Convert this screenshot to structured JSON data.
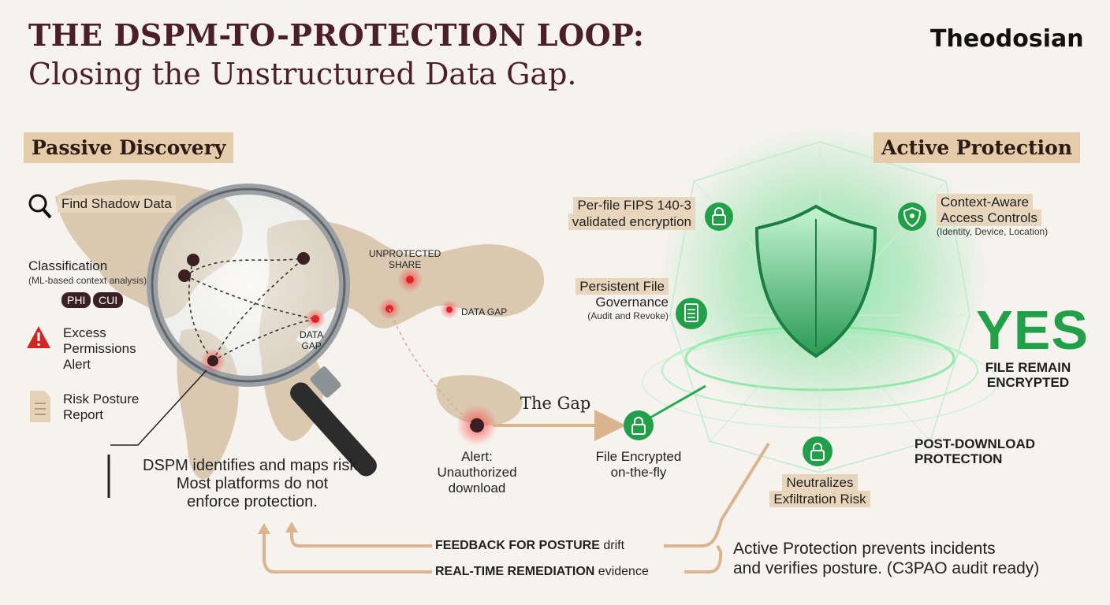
{
  "header": {
    "title_line1": "THE DSPM-TO-PROTECTION LOOP:",
    "title_line2": "Closing the Unstructured Data Gap.",
    "brand": "Theodosian"
  },
  "left": {
    "section_title": "Passive Discovery",
    "find_shadow": "Find Shadow Data",
    "classification": "Classification",
    "classification_note": "(ML-based context analysis)",
    "tag_phi": "PHI",
    "tag_cui": "CUI",
    "excess_line1": "Excess",
    "excess_line2": "Permissions",
    "excess_line3": "Alert",
    "risk_line1": "Risk Posture",
    "risk_line2": "Report",
    "summary_line1": "DSPM identifies and maps risk.",
    "summary_line2": "Most platforms do not",
    "summary_line3": "enforce protection."
  },
  "map": {
    "unprotected_line1": "UNPROTECTED",
    "unprotected_line2": "SHARE",
    "data_gap_right": "DATA GAP",
    "data_gap_line1": "DATA",
    "data_gap_line2": "GAP",
    "alert_line1": "Alert:",
    "alert_line2": "Unauthorized",
    "alert_line3": "download"
  },
  "middle": {
    "gap_label": "The Gap",
    "encrypted_line1": "File Encrypted",
    "encrypted_line2": "on-the-fly"
  },
  "right": {
    "section_title": "Active Protection",
    "fips_line1": "Per-file FIPS 140-3",
    "fips_line2": "validated encryption",
    "context_line1": "Context-Aware",
    "context_line2": "Access Controls",
    "context_note": "(Identity, Device, Location)",
    "governance_line1": "Persistent File",
    "governance_line2": "Governance",
    "governance_note": "(Audit and Revoke)",
    "yes": "YES",
    "remain_line1": "FILE REMAIN",
    "remain_line2": "ENCRYPTED",
    "post_line1": "POST-DOWNLOAD",
    "post_line2": "PROTECTION",
    "neutral_line1": "Neutralizes",
    "neutral_line2": "Exfiltration Risk"
  },
  "footer": {
    "feedback_bold": "FEEDBACK FOR POSTURE",
    "feedback_rest": " drift",
    "remediation_bold": "REAL-TIME REMEDIATION",
    "remediation_rest": " evidence",
    "active_line1": "Active Protection prevents incidents",
    "active_line2": "and verifies posture. (C3PAO audit ready)"
  },
  "colors": {
    "title": "#4a1f2b",
    "section_bg": "#e4cba9",
    "green": "#22a049",
    "hotspot": "#e0242c",
    "arrow": "#d9b48f"
  }
}
